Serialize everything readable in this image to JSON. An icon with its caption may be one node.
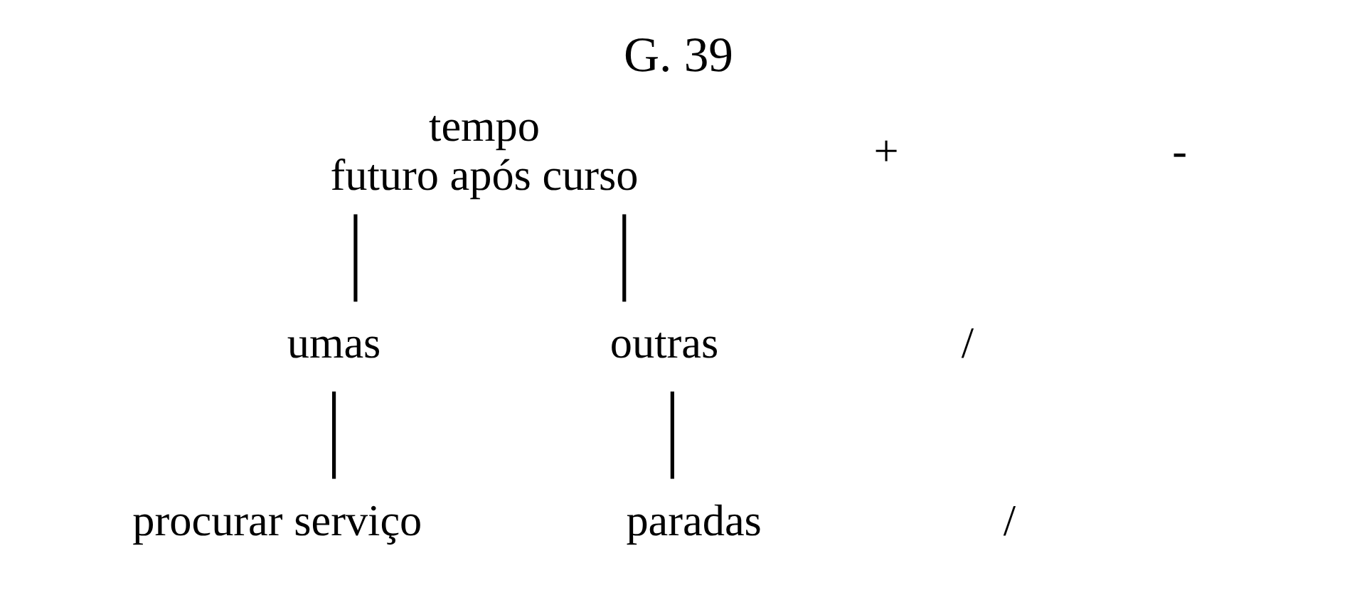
{
  "diagram": {
    "title": "G. 39",
    "nodes": [
      {
        "text": [
          "tempo",
          "futuro após curso"
        ]
      },
      {
        "text": [
          "umas"
        ]
      },
      {
        "text": [
          "outras"
        ]
      },
      {
        "text": [
          "procurar serviço"
        ]
      },
      {
        "text": [
          "paradas"
        ]
      }
    ],
    "edges": [
      {
        "from": 0,
        "to": 1,
        "arrow": "none"
      },
      {
        "from": 0,
        "to": 2,
        "arrow": "none"
      },
      {
        "from": 1,
        "to": 3,
        "arrow": "none"
      },
      {
        "from": 2,
        "to": 4,
        "arrow": "none"
      }
    ],
    "labels": [
      "+",
      "-",
      "/",
      "/"
    ]
  }
}
